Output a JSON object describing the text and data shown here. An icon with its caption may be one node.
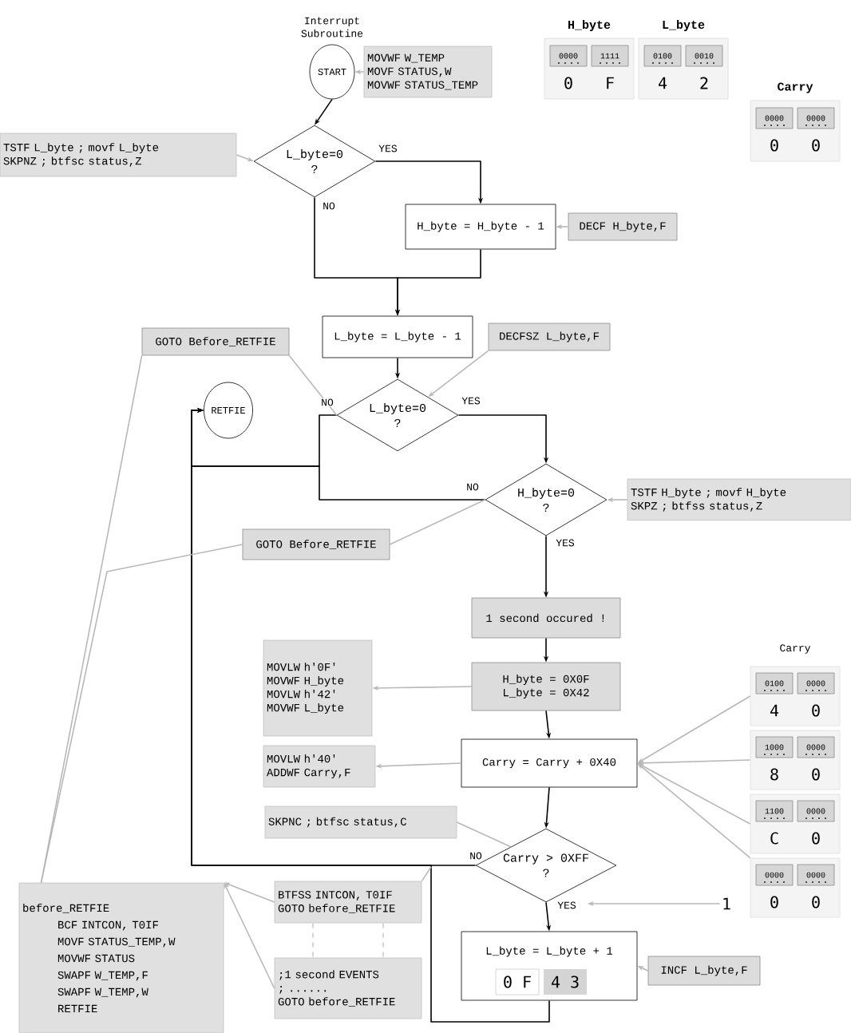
{
  "diagram": {
    "nodes": [
      {
        "text": [
          "START"
        ],
        "beside": [
          "Interrupt Subroutine"
        ]
      },
      {
        "text": [
          "MOVWF W_TEMP",
          "MOVF STATUS,W",
          "MOVWF STATUS_TEMP"
        ]
      },
      {
        "text": [
          "TSTF L_byte ; movf L_byte",
          "SKPNZ ; btfsc status,Z"
        ]
      },
      {
        "text": [
          "L_byte=0",
          "?"
        ]
      },
      {
        "text": [
          "H_byte = H_byte - 1"
        ]
      },
      {
        "text": [
          "DECF H_byte,F"
        ]
      },
      {
        "text": [
          "L_byte = L_byte - 1"
        ]
      },
      {
        "text": [
          "DECFSZ L_byte,F"
        ]
      },
      {
        "text": [
          "GOTO Before_RETFIE"
        ]
      },
      {
        "text": [
          "RETFIE"
        ]
      },
      {
        "text": [
          "L_byte=0",
          "?"
        ]
      },
      {
        "text": [
          "H_byte=0",
          "?"
        ]
      },
      {
        "text": [
          "TSTF H_byte ; movf H_byte",
          "SKPZ ; btfss status,Z"
        ]
      },
      {
        "text": [
          "GOTO Before_RETFIE"
        ]
      },
      {
        "text": [
          "1 second occured !"
        ]
      },
      {
        "text": [
          "H_byte = 0X0F",
          "L_byte = 0X42"
        ]
      },
      {
        "text": [
          "MOVLW h'0F'",
          "MOVWF H_byte",
          "MOVLW h'42'",
          "MOVWF L_byte"
        ]
      },
      {
        "text": [
          "Carry = Carry + 0X40"
        ]
      },
      {
        "text": [
          "MOVLW h'40'",
          "ADDWF Carry,F"
        ]
      },
      {
        "text": [
          "SKPNC ; btfsc status,C"
        ]
      },
      {
        "text": [
          "Carry > 0XFF",
          "?"
        ]
      },
      {
        "text": [
          "L_byte = L_byte + 1",
          "0 F",
          "4 3"
        ]
      },
      {
        "text": [
          "INCF L_byte,F"
        ]
      },
      {
        "text": [
          "BTFSS INTCON, T0IF",
          "GOTO before_RETFIE"
        ]
      },
      {
        "text": [
          ";1 second EVENTS",
          "; ......",
          "GOTO before_RETFIE"
        ]
      },
      {
        "text": [
          "before_RETFIE",
          "BCF INTCON, T0IF",
          "MOVF STATUS_TEMP,W",
          "MOVWF STATUS",
          "SWAPF W_TEMP,F",
          "SWAPF W_TEMP,W",
          "RETFIE"
        ]
      },
      {
        "text": [
          "H_byte",
          "0000",
          "1111",
          "0",
          "F"
        ]
      },
      {
        "text": [
          "L_byte",
          "0100",
          "0010",
          "4",
          "2"
        ]
      },
      {
        "text": [
          "Carry",
          "0000",
          "0000",
          "0",
          "0"
        ]
      },
      {
        "text": [
          "0100",
          "0000",
          "4",
          "0"
        ],
        "beside": [
          "Carry"
        ]
      },
      {
        "text": [
          "1000",
          "0000",
          "8",
          "0"
        ]
      },
      {
        "text": [
          "1100",
          "0000",
          "C",
          "0"
        ]
      },
      {
        "text": [
          "0000",
          "0000",
          "0",
          "0"
        ]
      },
      {
        "text": [
          "1"
        ]
      }
    ],
    "edges": [
      {
        "from": 0,
        "to": 3,
        "arrow": "to",
        "color": "#000000"
      },
      {
        "from": 3,
        "to": 4,
        "arrow": "to",
        "label": "YES",
        "color": "#000000"
      },
      {
        "from": 3,
        "to": 6,
        "arrow": "to",
        "label": "NO",
        "color": "#000000"
      },
      {
        "from": 4,
        "to": 6,
        "arrow": "to",
        "color": "#000000"
      },
      {
        "from": 6,
        "to": 10,
        "arrow": "to",
        "color": "#000000"
      },
      {
        "from": 10,
        "to": 11,
        "arrow": "to",
        "label": "YES",
        "color": "#000000"
      },
      {
        "from": 10,
        "to": 9,
        "arrow": "to",
        "label": "NO",
        "color": "#000000"
      },
      {
        "from": 11,
        "to": 9,
        "arrow": "to",
        "label": "NO",
        "color": "#000000"
      },
      {
        "from": 11,
        "to": 14,
        "arrow": "to",
        "label": "YES",
        "color": "#000000"
      },
      {
        "from": 14,
        "to": 15,
        "arrow": "to",
        "color": "#000000"
      },
      {
        "from": 15,
        "to": 17,
        "arrow": "to",
        "color": "#000000"
      },
      {
        "from": 17,
        "to": 20,
        "arrow": "to",
        "color": "#000000"
      },
      {
        "from": 20,
        "to": 21,
        "arrow": "to",
        "label": "YES",
        "color": "#000000"
      },
      {
        "from": 20,
        "to": 9,
        "arrow": "to",
        "label": "NO",
        "color": "#000000"
      },
      {
        "from": 21,
        "to": 9,
        "arrow": "to",
        "color": "#000000"
      },
      {
        "from": 1,
        "to": 0,
        "arrow": "to"
      },
      {
        "from": 2,
        "to": 3,
        "arrow": "to"
      },
      {
        "from": 5,
        "to": 4,
        "arrow": "to"
      },
      {
        "from": 7,
        "to": 10,
        "arrow": "to"
      },
      {
        "from": 8,
        "to": 10,
        "arrow": "none"
      },
      {
        "from": 8,
        "to": 25,
        "arrow": "none"
      },
      {
        "from": 12,
        "to": 11,
        "arrow": "to"
      },
      {
        "from": 13,
        "to": 11,
        "arrow": "none"
      },
      {
        "from": 13,
        "to": 25,
        "arrow": "none"
      },
      {
        "from": 15,
        "to": 16,
        "arrow": "to"
      },
      {
        "from": 17,
        "to": 18,
        "arrow": "to"
      },
      {
        "from": 19,
        "to": 20,
        "arrow": "none"
      },
      {
        "from": 22,
        "to": 21,
        "arrow": "to"
      },
      {
        "from": 23,
        "to": 25,
        "arrow": "to"
      },
      {
        "from": 24,
        "to": 25,
        "arrow": "to"
      },
      {
        "from": 23,
        "to": null,
        "arrow": "none"
      },
      {
        "from": 23,
        "to": 24,
        "arrow": "none",
        "style": "dashed"
      },
      {
        "from": 23,
        "to": 24,
        "arrow": "none",
        "style": "dashed"
      },
      {
        "from": 29,
        "to": 17,
        "arrow": "to"
      },
      {
        "from": 30,
        "to": 17,
        "arrow": "to"
      },
      {
        "from": 31,
        "to": 17,
        "arrow": "to"
      },
      {
        "from": 32,
        "to": 17,
        "arrow": "to"
      },
      {
        "from": 33,
        "to": null,
        "arrow": "to"
      }
    ]
  }
}
